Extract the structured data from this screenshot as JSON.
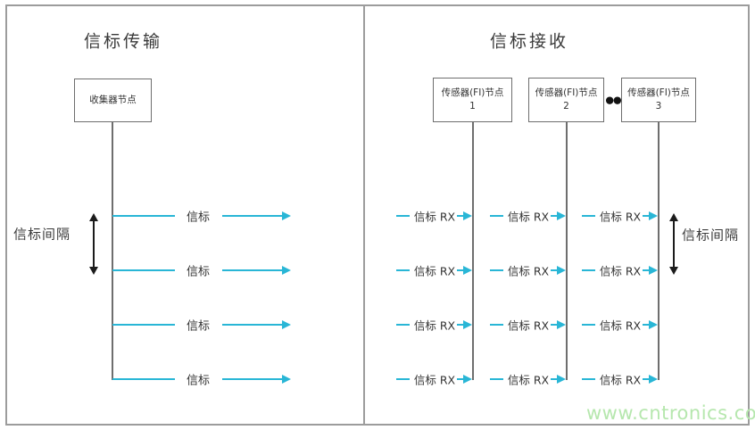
{
  "left_panel": {
    "title": "信标传输",
    "collector_node_label": "收集器节点",
    "interval_label": "信标间隔",
    "beacon_label": "信标",
    "beacon_rows": 4
  },
  "right_panel": {
    "title": "信标接收",
    "sensor_nodes": [
      {
        "label": "传感器(FI)节点",
        "number": "1"
      },
      {
        "label": "传感器(FI)节点",
        "number": "2"
      },
      {
        "label": "传感器(FI)节点",
        "number": "3"
      }
    ],
    "ellipsis_dots": "●●",
    "rx_label": "信标 RX",
    "interval_label": "信标间隔",
    "rx_rows": 4
  },
  "watermark": "www.cntronics.com",
  "colors": {
    "beacon_cyan": "#29b6d6",
    "frame_gray": "#9c9c9c",
    "node_border_gray": "#6e6e6e",
    "text_dark": "#3a3a3a",
    "watermark_green": "#b6e7ae"
  }
}
